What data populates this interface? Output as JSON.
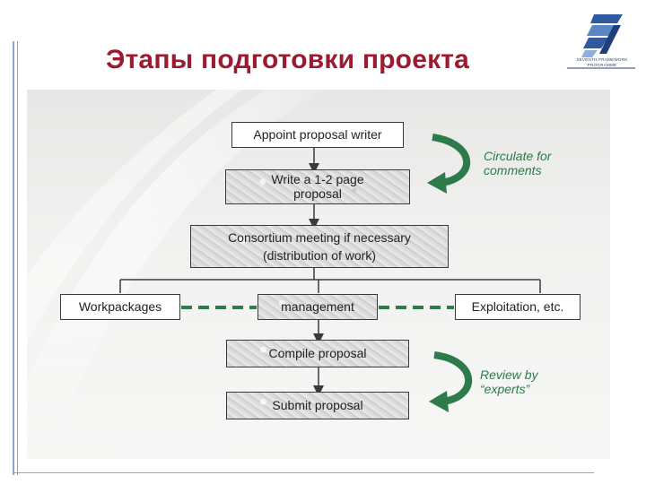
{
  "slide": {
    "title": "Этапы подготовки проекта"
  },
  "logo": {
    "line1": "SEVENTH FRAMEWORK",
    "line2": "PROGRAMME"
  },
  "diagram": {
    "steps": {
      "appoint": "Appoint proposal writer",
      "write": "Write a 1-2 page\nproposal",
      "consortium": "Consortium meeting if necessary\n(distribution of work)",
      "workpackages": "Workpackages",
      "management": "management",
      "exploitation": "Exploitation, etc.",
      "compile": "Compile proposal",
      "submit": "Submit proposal"
    },
    "notes": {
      "circulate": "Circulate for\ncomments",
      "review": "Review by\n“experts”"
    },
    "colors": {
      "accent_green": "#2d7a4a",
      "connector": "#3a3a3a",
      "title_red": "#9b1b30"
    }
  }
}
